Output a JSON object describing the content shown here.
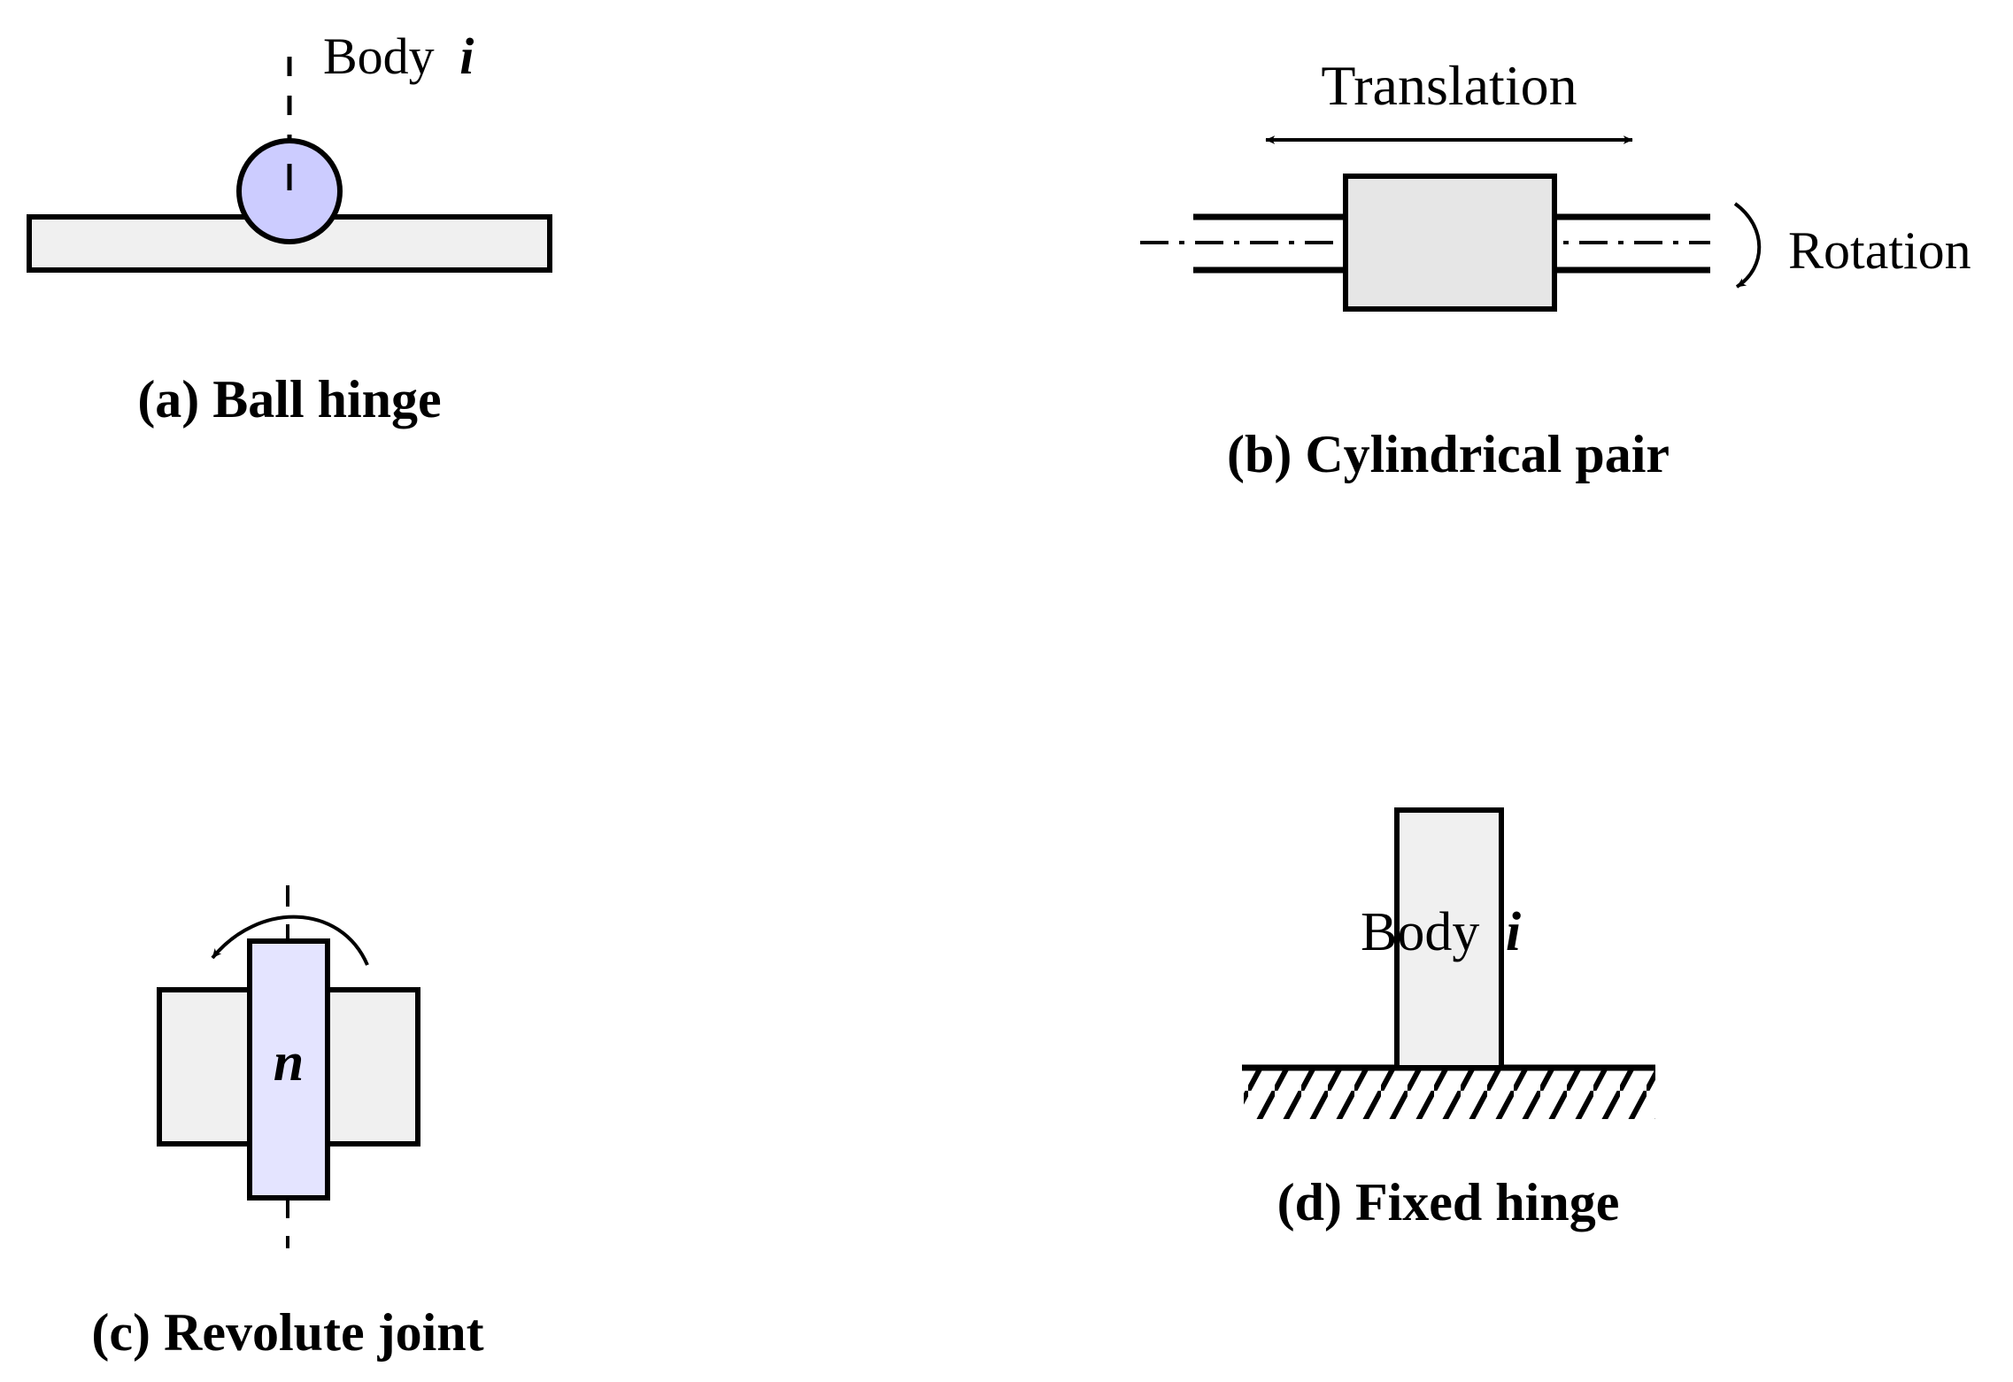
{
  "panel_a": {
    "body_label": "Body",
    "body_var": "i",
    "caption": "(a) Ball hinge"
  },
  "panel_b": {
    "translation_label": "Translation",
    "rotation_label": "Rotation",
    "caption": "(b) Cylindrical pair"
  },
  "panel_c": {
    "axis_label": "n",
    "caption": "(c) Revolute joint"
  },
  "panel_d": {
    "body_label": "Body",
    "body_var": "i",
    "caption": "(d) Fixed hinge"
  },
  "colors": {
    "outline": "#000000",
    "plate_fill": "#f0f0f0",
    "ball_fill": "#ccccff",
    "pin_fill": "#e4e4ff",
    "block_fill": "#e6e6e6"
  }
}
